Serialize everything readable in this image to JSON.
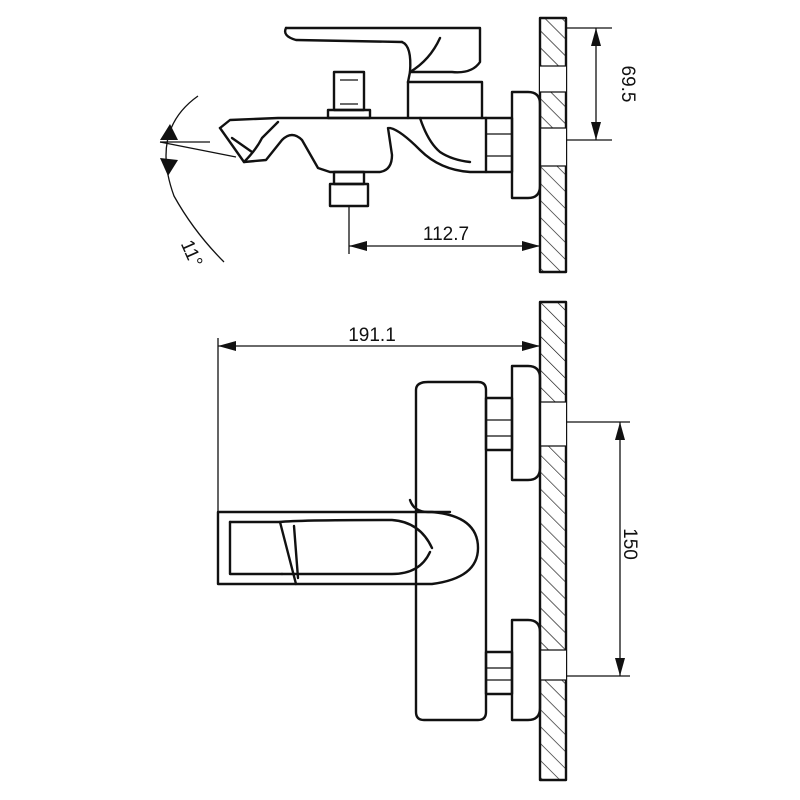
{
  "dimensions": {
    "top_height": "69.5",
    "top_depth": "112.7",
    "spout_angle": "11°",
    "overall_length": "191.1",
    "inlet_spacing": "150"
  }
}
